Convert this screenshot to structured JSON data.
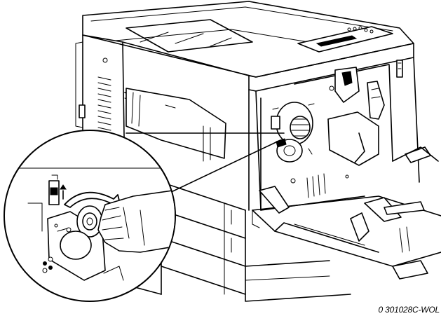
{
  "figure": {
    "reference_code": "0 301028C-WOL"
  },
  "icons": {
    "printer": "printer-illustration",
    "callout": "magnified-detail-callout",
    "rotate": "curved-arrow-clockwise-icon",
    "toner": "toner-cartridge-icon"
  },
  "colors": {
    "line": "#000000",
    "background": "#ffffff"
  }
}
